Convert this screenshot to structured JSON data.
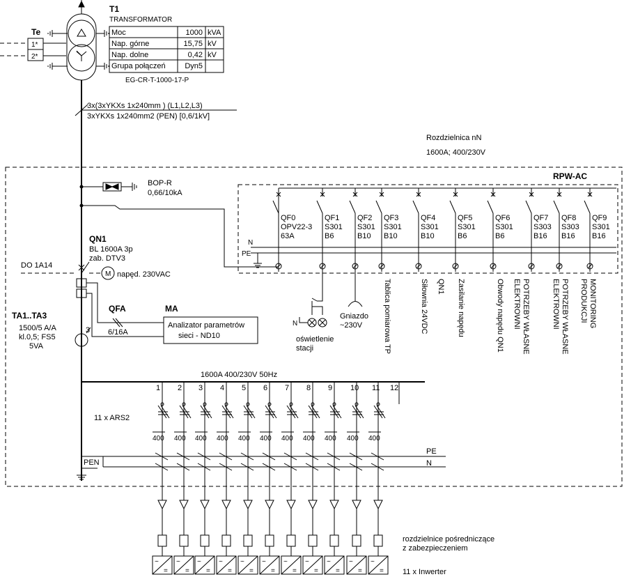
{
  "transformer": {
    "name": "T1",
    "subtitle": "TRANSFORMATOR",
    "params": [
      {
        "label": "Moc",
        "value": "1000",
        "unit": "kVA"
      },
      {
        "label": "Nap. górne",
        "value": "15,75",
        "unit": "kV"
      },
      {
        "label": "Nap. dolne",
        "value": "0,42",
        "unit": "kV"
      },
      {
        "label": "Grupa połączeń",
        "value": "Dyn5",
        "unit": ""
      }
    ],
    "code": "EG-CR-T-1000-17-P"
  },
  "te": {
    "label": "Te",
    "t1": "1*",
    "t2": "2*"
  },
  "cable": {
    "line1": "3x(3xYKXs 1x240mm ) (L1,L2,L3)",
    "line2": "3xYKXs 1x240mm2 (PEN)  [0,6/1kV]"
  },
  "switchboard": {
    "title": "Rozdzielnica nN",
    "rating": "1600A; 400/230V"
  },
  "rpw": {
    "label": "RPW-AC"
  },
  "bop": {
    "line1": "BOP-R",
    "line2": "0,66/10kA"
  },
  "qn1": {
    "label": "QN1",
    "line1": "BL 1600A 3p",
    "line2": "zab. DTV3",
    "motor": "M",
    "drive": "napęd. 230VAC"
  },
  "do_label": "DO 1A14",
  "ta": {
    "label": "TA1..TA3",
    "line1": "1500/5 A/A",
    "line2": "kl.0,5; FS5",
    "line3": "5VA",
    "num": "3"
  },
  "qfa": {
    "label": "QFA",
    "rating": "6/16A"
  },
  "ma": {
    "label": "MA",
    "line1": "Analizator parametrów",
    "line2": "sieci - ND10"
  },
  "breakers": [
    {
      "name": "QF0",
      "type": "OPV22-3",
      "rating": "63A"
    },
    {
      "name": "QF1",
      "type": "S301",
      "rating": "B6"
    },
    {
      "name": "QF2",
      "type": "S301",
      "rating": "B10"
    },
    {
      "name": "QF3",
      "type": "S301",
      "rating": "B10"
    },
    {
      "name": "QF4",
      "type": "S301",
      "rating": "B10"
    },
    {
      "name": "QF5",
      "type": "S301",
      "rating": "B6"
    },
    {
      "name": "QF6",
      "type": "S301",
      "rating": "B6"
    },
    {
      "name": "QF7",
      "type": "S303",
      "rating": "B16"
    },
    {
      "name": "QF8",
      "type": "S303",
      "rating": "B16"
    },
    {
      "name": "QF9",
      "type": "S301",
      "rating": "B16"
    }
  ],
  "bus_labels": {
    "n": "N",
    "pe": "PE"
  },
  "circuits": {
    "lighting": "oświetlenie\nstacji",
    "lighting_n": "N",
    "socket": "Gniazdo\n~230V",
    "vertical": [
      "Tablica pomiarowa TP",
      "Siłownia 24VDC",
      "QN1",
      "Zasilanie napędu",
      "Obwody napędu QN1",
      "POTRZEBY WŁASNE ELEKTROWNI",
      "POTRZEBY WŁASNE ELEKTROWNI",
      "MONITORING PRODUKCJI"
    ]
  },
  "busbar": {
    "label": "1600A   400/230V  50Hz",
    "numbers": [
      "1",
      "2",
      "3",
      "4",
      "5",
      "6",
      "7",
      "8",
      "9",
      "10",
      "11",
      "12"
    ]
  },
  "ars": {
    "label": "11 x ARS2",
    "fuse": "400"
  },
  "pen": {
    "pen": "PEN",
    "pe": "PE",
    "n": "N"
  },
  "outputs": {
    "dist": "rozdzielnice pośredniczące\nz zabezpieczeniem",
    "inverters": "11 x Inwerter"
  }
}
